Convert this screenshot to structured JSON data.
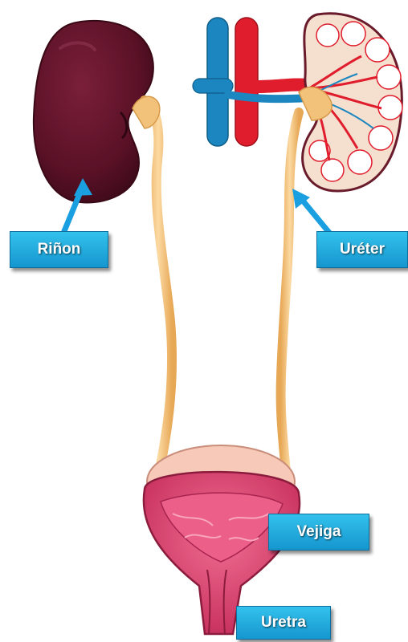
{
  "labels": {
    "kidney": "Riñon",
    "ureter": "Uréter",
    "bladder": "Vejiga",
    "urethra": "Uretra"
  },
  "colors": {
    "kidney_outer": "#5a1126",
    "ureter": "#f2c27a",
    "vein": "#1b86c0",
    "artery": "#e01d2c",
    "bladder_inner": "#e54a78",
    "bladder_top": "#f6c9b8",
    "label_bg": "#1c9fd6",
    "arrow": "#1aa0e0"
  }
}
